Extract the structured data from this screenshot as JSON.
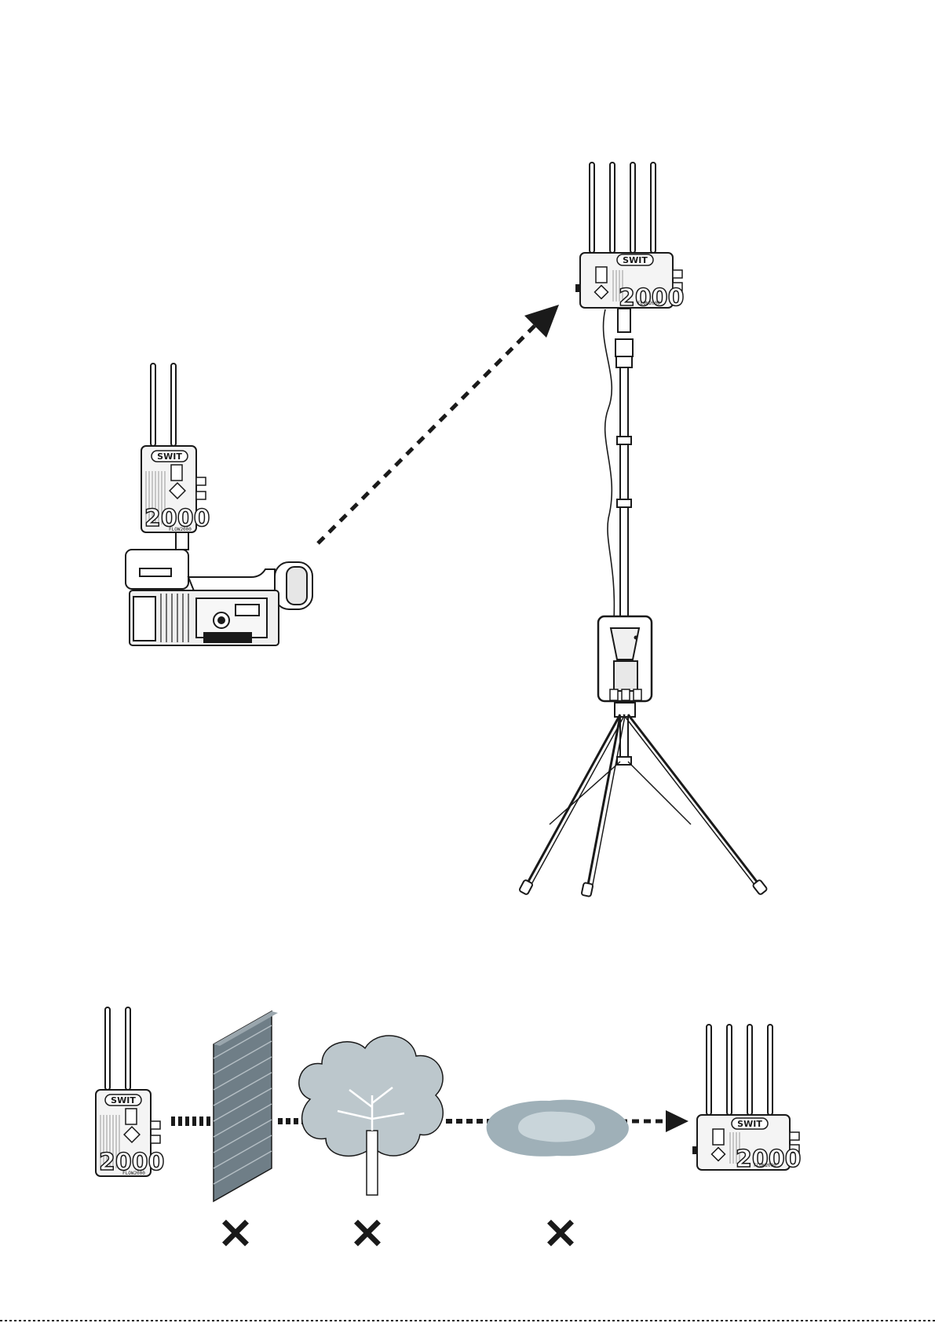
{
  "brand": {
    "logo": "SWIT",
    "model_number": "2000",
    "model_name": "FLOW2000"
  },
  "scene_top": {
    "transmitter": {
      "antennas": 2
    },
    "receiver": {
      "antennas": 4
    },
    "mount": "light-stand-tripod"
  },
  "scene_bottom": {
    "transmitter": {
      "antennas": 2
    },
    "receiver": {
      "antennas": 4
    },
    "obstacles": [
      {
        "name": "brick-wall",
        "mark": "✕"
      },
      {
        "name": "tree",
        "mark": "✕"
      },
      {
        "name": "water",
        "mark": "✕"
      }
    ]
  },
  "colors": {
    "line": "#1a1a1a",
    "device_fill": "#f4f4f4",
    "wall": "#7b8a93",
    "tree": "#bcc7cc",
    "water_outer": "#9fb0b8",
    "water_inner": "#c9d5da"
  }
}
